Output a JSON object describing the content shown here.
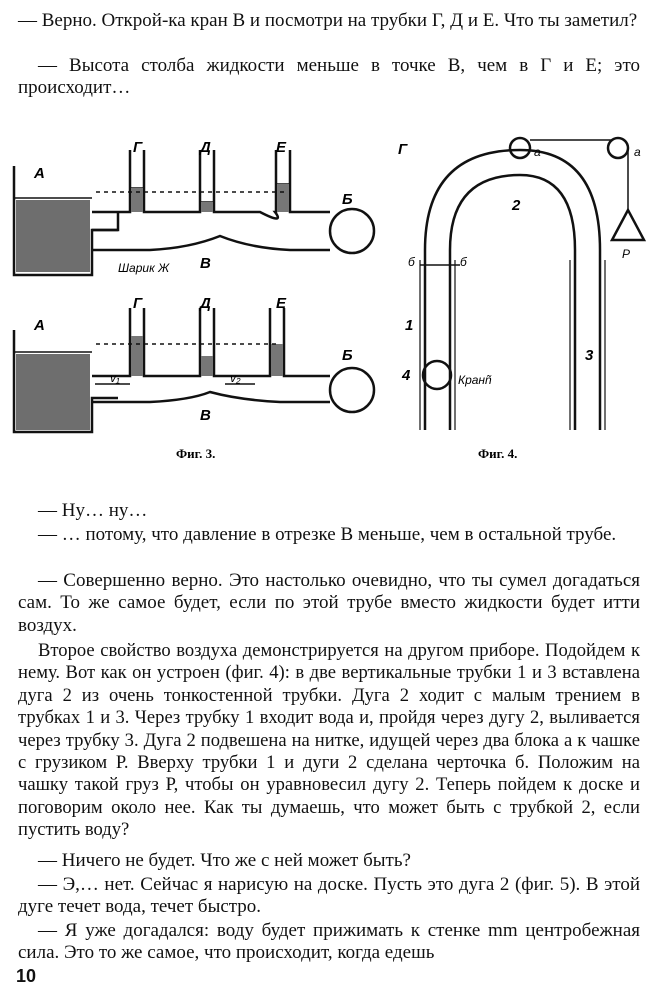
{
  "text": {
    "p1": "— Верно. Открой-ка кран В и посмотри на трубки Г, Д и Е. Что ты заметил?",
    "p2": "— Высота столба жидкости меньше в точке В, чем в Г и Е; это происходит…",
    "p3": "— Ну… ну…",
    "p4": "— … потому, что давление в отрезке В меньше, чем в остальной трубе.",
    "p5": "— Совершенно верно. Это настолько очевидно, что ты сумел догадаться сам. То же самое будет, если по этой трубе вместо жидкости будет итти воздух.",
    "p6": "Второе свойство воздуха демонстрируется на другом приборе. Подойдем к нему. Вот как он устроен (фиг. 4): в две вертикальные трубки 1 и 3 вставлена дуга 2 из очень тонкостенной трубки. Дуга 2 ходит с малым трением в трубках 1 и 3. Через трубку 1 входит вода и, пройдя через дугу 2, выливается через трубку 3. Дуга 2 подвешена на нитке, идущей через два блока а к чашке с грузиком Р. Вверху трубки 1 и дуги 2 сделана черточка б. Положим на чашку такой груз Р, чтобы он уравновесил дугу 2. Теперь пойдем к доске и поговорим около нее. Как ты думаешь, что может быть с трубкой 2, если пустить воду?",
    "p7": "— Ничего не будет. Что же с ней может быть?",
    "p8": "— Э,… нет. Сейчас я нарисую на доске. Пусть это дуга 2 (фиг. 5). В этой дуге течет вода, течет быстро.",
    "p9": "— Я уже догадался: воду будет прижимать к стенке mm центробежная сила. Это то же самое, что происходит, когда едешь"
  },
  "figures": {
    "fig3": {
      "caption": "Фиг. 3.",
      "labels": {
        "a": "А",
        "g": "Г",
        "d": "Д",
        "e": "Е",
        "b": "Б",
        "v": "В",
        "ball": "Шарик Ж",
        "v1": "v₁",
        "v2": "v₂"
      }
    },
    "fig4": {
      "caption": "Фиг. 4.",
      "labels": {
        "g": "Г",
        "one": "1",
        "two": "2",
        "three": "3",
        "four": "4",
        "b1": "б",
        "b2": "б",
        "a1": "а",
        "a2": "а",
        "p": "Р",
        "tap": "Кранñ"
      }
    }
  },
  "page_number": "10"
}
